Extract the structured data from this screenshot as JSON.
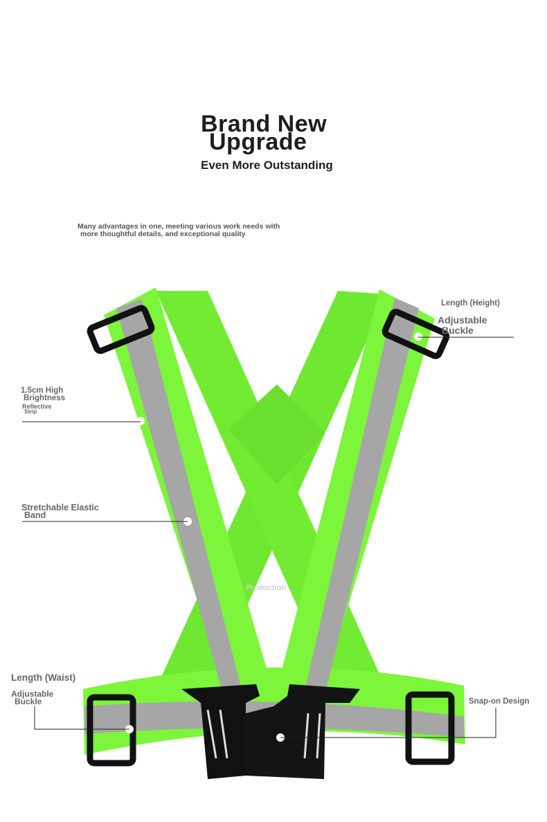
{
  "header": {
    "title_line1": "Brand New",
    "title_line2": "Upgrade",
    "subtitle": "Even More Outstanding",
    "desc_line1": "Many advantages in one, meeting various work needs with",
    "desc_line2": "more thoughtful details, and exceptional quality"
  },
  "callouts": {
    "height_label": "Length (Height)",
    "height_buckle_line1": "Adjustable",
    "height_buckle_line2": "Buckle",
    "strip_line1": "1.5cm High",
    "strip_line2": "Brightness",
    "strip_line3": "Reflective",
    "strip_line4": "Strip",
    "elastic_line1": "Stretchable Elastic",
    "elastic_line2": "Band",
    "waist_label": "Length (Waist)",
    "waist_buckle_line1": "Adjustable",
    "waist_buckle_line2": "Buckle",
    "snap_label": "Snap-on Design"
  },
  "watermark": {
    "text": "Production"
  },
  "colors": {
    "band": "#7CF53A",
    "band_dark": "#5fd42a",
    "reflective": "#a6a6a6",
    "buckle": "#111111"
  }
}
